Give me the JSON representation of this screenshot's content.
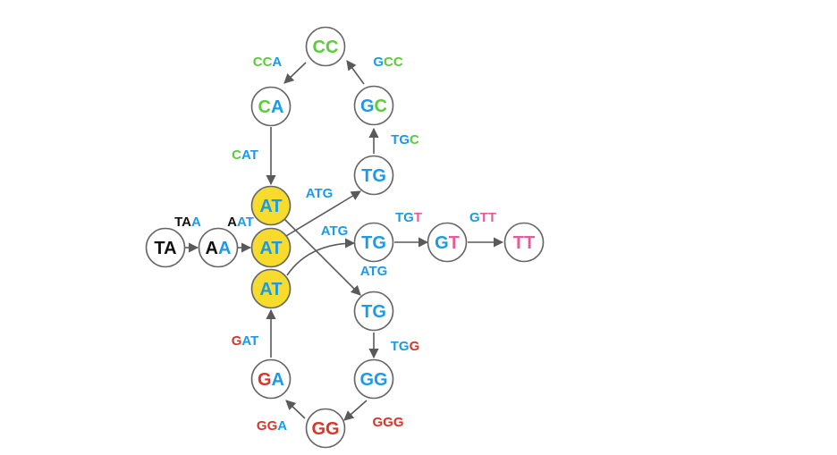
{
  "colors": {
    "A": "#1a9be8",
    "T_blue": "#1a9be8",
    "C": "#5ccc3a",
    "G": "#d9362b",
    "T_pink": "#e85a9a",
    "black": "#111111",
    "highlight": "#f7dc2e",
    "edge": "#5a5a5a"
  },
  "nodes": [
    {
      "id": "n-ta",
      "seg": [
        [
          "T",
          "#111111"
        ],
        [
          "A",
          "#111111"
        ]
      ],
      "hl": false
    },
    {
      "id": "n-aa",
      "seg": [
        [
          "A",
          "#111111"
        ],
        [
          "A",
          "#1a9be8"
        ]
      ],
      "hl": false
    },
    {
      "id": "n-at1",
      "seg": [
        [
          "AT",
          "#1a9be8"
        ]
      ],
      "hl": true
    },
    {
      "id": "n-at2",
      "seg": [
        [
          "AT",
          "#1a9be8"
        ]
      ],
      "hl": true
    },
    {
      "id": "n-at3",
      "seg": [
        [
          "AT",
          "#1a9be8"
        ]
      ],
      "hl": true
    },
    {
      "id": "n-ca",
      "seg": [
        [
          "C",
          "#5ccc3a"
        ],
        [
          "A",
          "#1a9be8"
        ]
      ],
      "hl": false
    },
    {
      "id": "n-cc",
      "seg": [
        [
          "CC",
          "#5ccc3a"
        ]
      ],
      "hl": false
    },
    {
      "id": "n-gc",
      "seg": [
        [
          "G",
          "#1a9be8"
        ],
        [
          "C",
          "#5ccc3a"
        ]
      ],
      "hl": false
    },
    {
      "id": "n-tg1",
      "seg": [
        [
          "TG",
          "#1a9be8"
        ]
      ],
      "hl": false
    },
    {
      "id": "n-tg2",
      "seg": [
        [
          "TG",
          "#1a9be8"
        ]
      ],
      "hl": false
    },
    {
      "id": "n-gt",
      "seg": [
        [
          "G",
          "#1a9be8"
        ],
        [
          "T",
          "#e85a9a"
        ]
      ],
      "hl": false
    },
    {
      "id": "n-tt",
      "seg": [
        [
          "TT",
          "#e85a9a"
        ]
      ],
      "hl": false
    },
    {
      "id": "n-tg3",
      "seg": [
        [
          "TG",
          "#1a9be8"
        ]
      ],
      "hl": false
    },
    {
      "id": "n-gg1",
      "seg": [
        [
          "GG",
          "#1a9be8"
        ]
      ],
      "hl": false
    },
    {
      "id": "n-gg2",
      "seg": [
        [
          "GG",
          "#d9362b"
        ]
      ],
      "hl": false
    },
    {
      "id": "n-ga",
      "seg": [
        [
          "G",
          "#d9362b"
        ],
        [
          "A",
          "#1a9be8"
        ]
      ],
      "hl": false
    }
  ],
  "edge_labels": [
    {
      "id": "lbl-taa",
      "seg": [
        [
          "TA",
          "#111111"
        ],
        [
          "A",
          "#1a9be8"
        ]
      ]
    },
    {
      "id": "lbl-aat",
      "seg": [
        [
          "A",
          "#111111"
        ],
        [
          "AT",
          "#1a9be8"
        ]
      ]
    },
    {
      "id": "lbl-cca",
      "seg": [
        [
          "CC",
          "#5ccc3a"
        ],
        [
          "A",
          "#1a9be8"
        ]
      ]
    },
    {
      "id": "lbl-gcc",
      "seg": [
        [
          "G",
          "#1a9be8"
        ],
        [
          "CC",
          "#5ccc3a"
        ]
      ]
    },
    {
      "id": "lbl-cat",
      "seg": [
        [
          "C",
          "#5ccc3a"
        ],
        [
          "AT",
          "#1a9be8"
        ]
      ]
    },
    {
      "id": "lbl-tgc",
      "seg": [
        [
          "TG",
          "#1a9be8"
        ],
        [
          "C",
          "#5ccc3a"
        ]
      ]
    },
    {
      "id": "lbl-atg1",
      "seg": [
        [
          "ATG",
          "#1a9be8"
        ]
      ]
    },
    {
      "id": "lbl-atg2",
      "seg": [
        [
          "ATG",
          "#1a9be8"
        ]
      ]
    },
    {
      "id": "lbl-atg3",
      "seg": [
        [
          "ATG",
          "#1a9be8"
        ]
      ]
    },
    {
      "id": "lbl-tgt",
      "seg": [
        [
          "TG",
          "#1a9be8"
        ],
        [
          "T",
          "#e85a9a"
        ]
      ]
    },
    {
      "id": "lbl-gtt",
      "seg": [
        [
          "G",
          "#1a9be8"
        ],
        [
          "TT",
          "#e85a9a"
        ]
      ]
    },
    {
      "id": "lbl-gat",
      "seg": [
        [
          "G",
          "#d9362b"
        ],
        [
          "AT",
          "#1a9be8"
        ]
      ]
    },
    {
      "id": "lbl-tgg",
      "seg": [
        [
          "TG",
          "#1a9be8"
        ],
        [
          "G",
          "#d9362b"
        ]
      ]
    },
    {
      "id": "lbl-gga",
      "seg": [
        [
          "GG",
          "#d9362b"
        ],
        [
          "A",
          "#1a9be8"
        ]
      ]
    },
    {
      "id": "lbl-ggg",
      "seg": [
        [
          "GGG",
          "#d9362b"
        ]
      ]
    }
  ]
}
